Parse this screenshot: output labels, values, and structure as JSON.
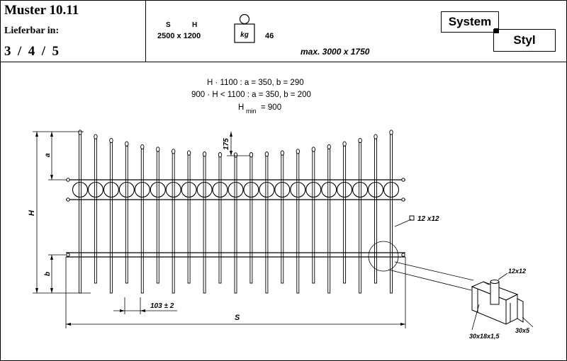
{
  "header": {
    "title": "Muster 10.11",
    "lieferbar_label": "Lieferbar in:",
    "lieferbar_values": "3  /  4  /  5",
    "col_s": "S",
    "col_h": "H",
    "dims": "2500 x 1200",
    "weight_icon_label": "kg",
    "weight": "46",
    "max_size": "max. 3000 x 1750",
    "brand_top": "System",
    "brand_bottom": "Styl"
  },
  "drawing": {
    "rule_line1": "H · 1100 : a = 350, b = 290",
    "rule_line2": "900 · H < 1100 : a = 350, b = 200",
    "rule_line3_prefix": "H",
    "rule_line3_sub": "min",
    "rule_line3_suffix": "= 900",
    "dim_a": "a",
    "dim_b": "b",
    "dim_H": "H",
    "dim_175": "175",
    "dim_spacing": "103 ± 2",
    "dim_S": "S",
    "bar_profile": "12 x12",
    "detail_top": "12x12",
    "detail_left": "30x18x1,5",
    "detail_right": "30x5"
  },
  "colors": {
    "line": "#000000",
    "background": "#ffffff"
  }
}
